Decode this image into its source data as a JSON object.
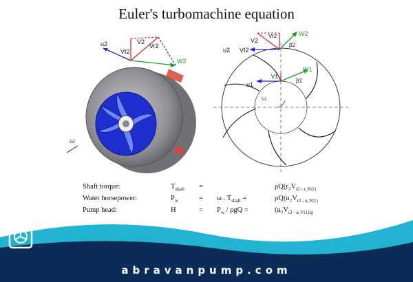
{
  "title": "Euler's turbomachine equation",
  "impeller_labels": {
    "u2": "u2",
    "vt2": "Vt2",
    "v2": "V2",
    "vr2": "Vr2",
    "w2": "W2",
    "omega": "ω"
  },
  "diagram_labels": {
    "u2": "u2",
    "vt2": "Vt2",
    "v2": "V2",
    "vr2": "Vr2",
    "w2": "W2",
    "beta2": "β2",
    "u1": "u1",
    "v1": "V1",
    "w1": "W1",
    "beta1": "β1",
    "omega": "ω"
  },
  "equations": [
    {
      "label": "Shaft torque:",
      "sym": "T",
      "sym_sub": "shaft",
      "eq": "=",
      "mid": "",
      "result": "ρQ(r₂V",
      "result_rest": "t2 - r₁V",
      "result_end": "t1)"
    },
    {
      "label": "Water horsepower:",
      "sym": "P",
      "sym_sub": "w",
      "eq": "=",
      "mid": "ω . T",
      "mid_sub": "shaft",
      "mid_eq": " =",
      "result": "ρQ(u₂V",
      "result_rest": "t2 - u₁V",
      "result_end": "t1)"
    },
    {
      "label": "Pump head:",
      "sym": "H",
      "sym_sub": "",
      "eq": "=",
      "mid": "P",
      "mid_sub": "w",
      "mid_eq": " / ρgQ =",
      "result": "(u₂V",
      "result_rest": "t2 - u₁V",
      "result_end": "t1)/g"
    }
  ],
  "footer": {
    "text": "abravanpump.com"
  },
  "colors": {
    "footer_bg": "#0a2c57",
    "teal": "#22b3d3",
    "red": "#e0182a",
    "blue": "#1f2bd8",
    "green": "#1f9a2a",
    "impeller": "#8e8e94"
  }
}
